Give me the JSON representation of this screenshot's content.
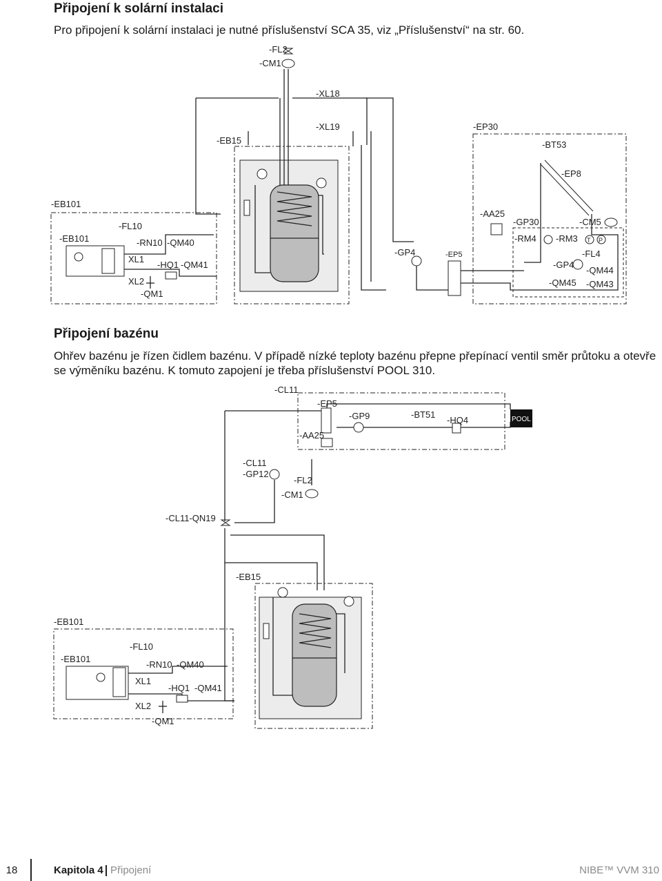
{
  "section1": {
    "heading": "Připojení k solární instalaci",
    "text": "Pro připojení k solární instalaci je nutné příslušenství SCA 35, viz „Příslušenství“ na str. 60."
  },
  "diagram1": {
    "labels": {
      "fl2": "-FL2",
      "cm1": "-CM1",
      "xl18": "-XL18",
      "xl19": "-XL19",
      "ep30": "-EP30",
      "eb15": "-EB15",
      "bt53": "-BT53",
      "ep8": "-EP8",
      "eb101_outer": "-EB101",
      "fl10": "-FL10",
      "eb101_inner": "-EB101",
      "rn10": "-RN10",
      "qm40": "-QM40",
      "xl1": "XL1",
      "hq1": "-HQ1",
      "qm41": "-QM41",
      "xl2": "XL2",
      "qm1": "-QM1",
      "gp4_left": "-GP4",
      "ep5": "-EP5",
      "aa25": "-AA25",
      "gp30": "-GP30",
      "cm5": "-CM5",
      "rm4": "-RM4",
      "rm3": "-RM3",
      "fl4": "-FL4",
      "gp4_right": "-GP4",
      "qm44": "-QM44",
      "qm45": "-QM45",
      "qm43": "-QM43",
      "t": "T",
      "p": "P"
    }
  },
  "section2": {
    "heading": "Připojení bazénu",
    "text_line1": "Ohřev bazénu je řízen čidlem bazénu. V případě nízké teploty bazénu přepne přepínací ventil směr průtoku a otevře",
    "text_line2": "se výměníku bazénu. K tomuto zapojení je třeba příslušenství POOL 310."
  },
  "diagram2": {
    "labels": {
      "cl11_top": "-CL11",
      "ep5": "-EP5",
      "gp9": "-GP9",
      "bt51": "-BT51",
      "hq4": "-HQ4",
      "pool": "POOL",
      "aa25": "-AA25",
      "cl11_mid": "-CL11",
      "gp12": "-GP12",
      "fl2": "-FL2",
      "cm1": "-CM1",
      "qn19": "-CL11-QN19",
      "eb15": "-EB15",
      "eb101_outer": "-EB101",
      "fl10": "-FL10",
      "eb101_inner": "-EB101",
      "rn10": "-RN10",
      "qm40": "-QM40",
      "xl1": "XL1",
      "hq1": "-HQ1",
      "qm41": "-QM41",
      "xl2": "XL2",
      "qm1": "-QM1"
    }
  },
  "footer": {
    "page_number": "18",
    "chapter": "Kapitola 4",
    "section": "Připojení",
    "product": "NIBE™ VVM 310"
  }
}
